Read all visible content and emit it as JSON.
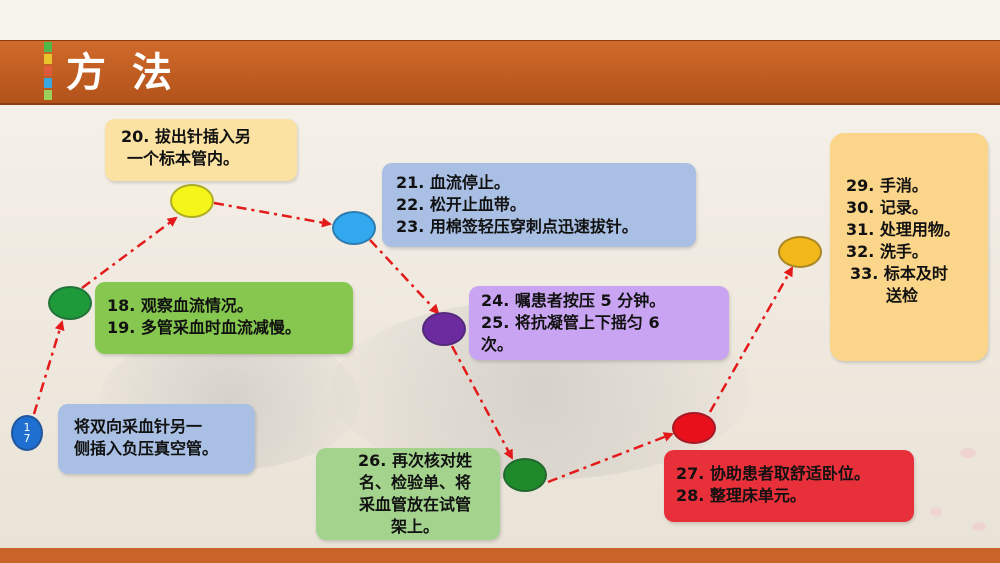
{
  "header": {
    "title": "方 法"
  },
  "stripe_colors": [
    "#4fb848",
    "#e8c32a",
    "#e05a3a",
    "#3aa8e0",
    "#9bd15a"
  ],
  "nodes": {
    "n17": {
      "label_a": "1",
      "label_b": "7",
      "color": "#1e6fcf"
    },
    "n18": {
      "color": "#1f9a3a"
    },
    "n20": {
      "color": "#f5f51a"
    },
    "n21": {
      "color": "#32a8ee"
    },
    "n24": {
      "color": "#6b2a9e"
    },
    "n26": {
      "color": "#1f8a2a"
    },
    "n27": {
      "color": "#e8101a"
    },
    "n29": {
      "color": "#f2b81a"
    }
  },
  "boxes": {
    "step17": {
      "lines": [
        "将双向采血针另一",
        "侧插入负压真空管。"
      ],
      "bg": "#a9c0e4"
    },
    "step18": {
      "lines": [
        "18. 观察血流情况。",
        "19. 多管采血时血流减慢。"
      ],
      "bg": "#86c84f"
    },
    "step20": {
      "lines": [
        "20. 拔出针插入另",
        "一个标本管内。"
      ],
      "bg": "#fbe2a2"
    },
    "step21": {
      "lines": [
        "21. 血流停止。",
        "22. 松开止血带。",
        "23. 用棉签轻压穿刺点迅速拔针。"
      ],
      "bg": "#a9c0e4"
    },
    "step24": {
      "lines": [
        "24. 嘱患者按压 5 分钟。",
        "25. 将抗凝管上下摇匀 6",
        "次。"
      ],
      "bg": "#c9a4f2"
    },
    "step26": {
      "lines": [
        "26. 再次核对姓",
        "名、检验单、将",
        "采血管放在试管",
        "架上。"
      ],
      "bg": "#a4d38e"
    },
    "step27": {
      "lines": [
        "27. 协助患者取舒适卧位。",
        "28. 整理床单元。"
      ],
      "bg": "#e8303a"
    },
    "step29": {
      "lines": [
        "29. 手消。",
        "30. 记录。",
        "31. 处理用物。",
        "32. 洗手。",
        "33. 标本及时",
        "送检"
      ],
      "bg": "#fbd58a"
    }
  },
  "arrow_color": "#e41a1a"
}
